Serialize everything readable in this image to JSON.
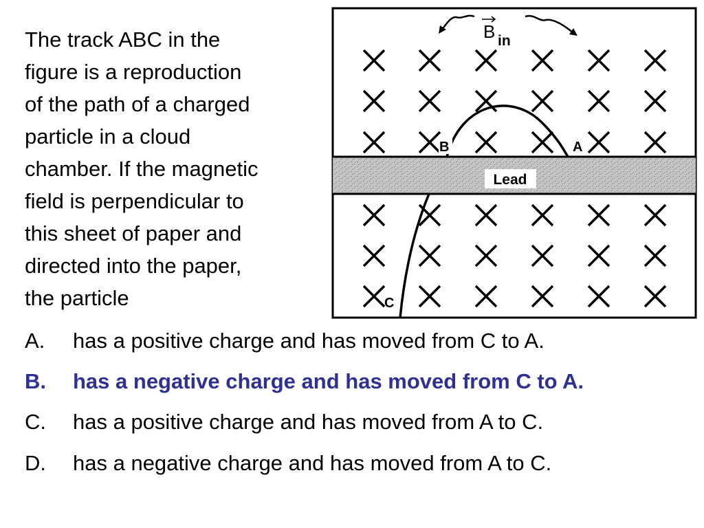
{
  "question": {
    "lines": [
      "The track ABC in the",
      "figure is a reproduction",
      "of the path of a charged",
      "particle in a cloud",
      "chamber.  If the magnetic",
      "field is perpendicular to",
      "this sheet of paper and",
      "directed into the paper,",
      "the particle"
    ]
  },
  "figure": {
    "field_label_main": "B",
    "field_label_sub": "in",
    "plate_label": "Lead",
    "point_a": "A",
    "point_b": "B",
    "point_c": "C",
    "field_mark": "×"
  },
  "answers": [
    {
      "letter": "A.",
      "text": "has a positive charge and has moved from C to A.",
      "correct": false
    },
    {
      "letter": "B.",
      "text": "has a negative charge and has moved from C to A.",
      "correct": true
    },
    {
      "letter": "C.",
      "text": "has a positive charge and has moved from A to C.",
      "correct": false
    },
    {
      "letter": "D.",
      "text": "has a negative charge and has moved from A to C.",
      "correct": false
    }
  ],
  "colors": {
    "text": "#000000",
    "correct_answer": "#2e3192",
    "lead_plate": "#bdbdbd",
    "background": "#ffffff"
  }
}
